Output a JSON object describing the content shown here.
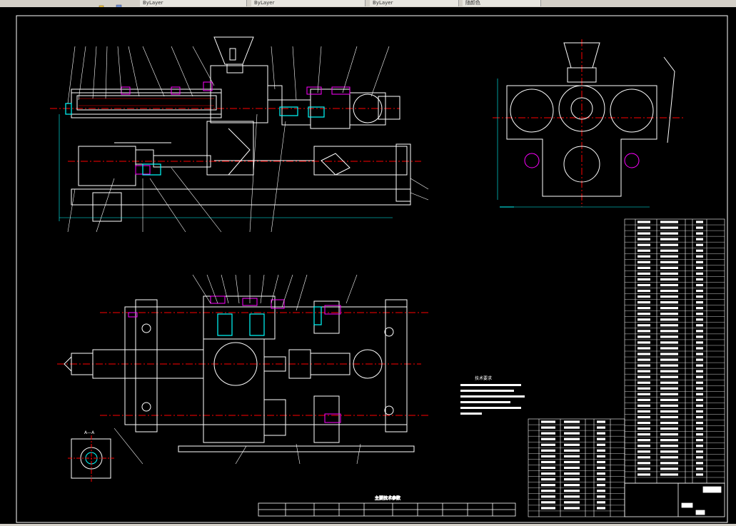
{
  "toolbar": {
    "tabs": [
      {
        "label": "ByLayer"
      },
      {
        "label": "ByLayer"
      },
      {
        "label": "ByLayer"
      },
      {
        "label": "随颜色"
      }
    ]
  },
  "drawing": {
    "tech_requirements_title": "技术要求",
    "scale_label": "A—A",
    "params_title": "主要技术参数"
  },
  "colors": {
    "background": "#000000",
    "outline": "#ffffff",
    "centerline": "#ff0000",
    "hatch": "#ff00ff",
    "dimension": "#00ffff",
    "highlight": "#00ffff"
  }
}
